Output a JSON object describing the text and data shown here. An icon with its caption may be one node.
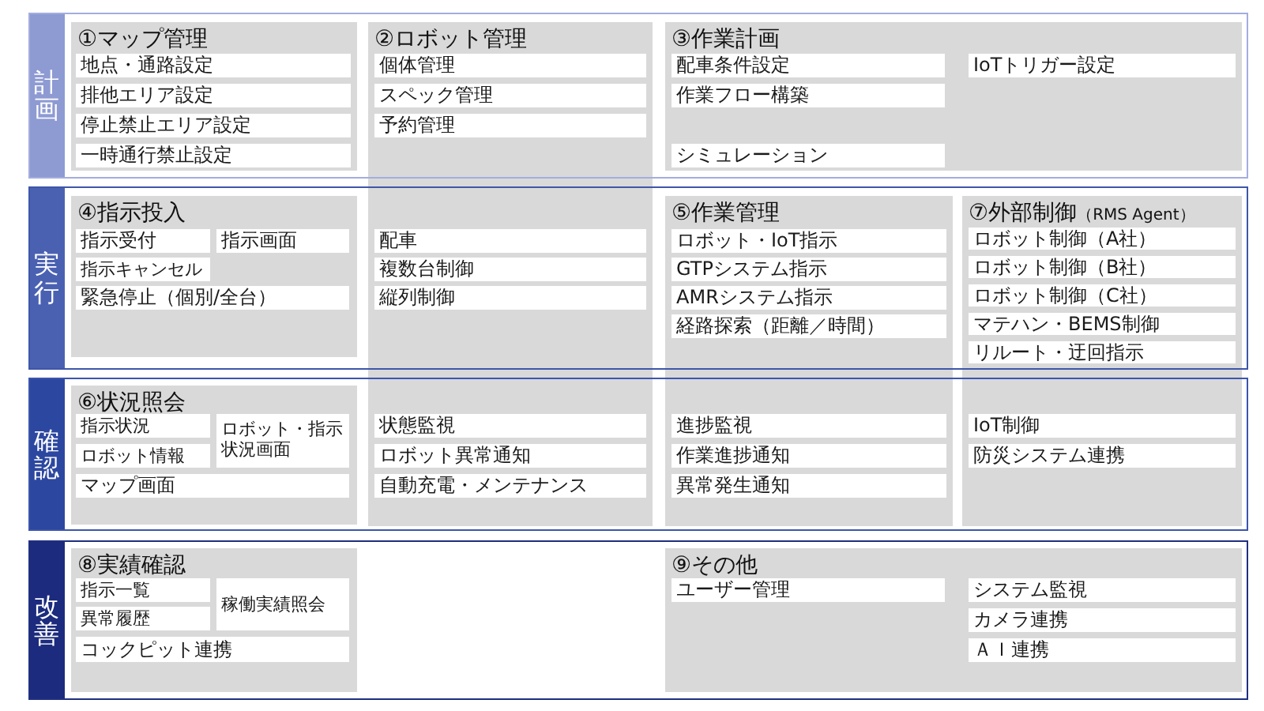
{
  "diagram": {
    "nodes": [
      {
        "text": [
          "計画"
        ]
      },
      {
        "text": [
          "①マップ管理"
        ],
        "in": 0
      },
      {
        "text": [
          "地点・通路設定"
        ],
        "in": 1
      },
      {
        "text": [
          "排他エリア設定"
        ],
        "in": 1
      },
      {
        "text": [
          "停止禁止エリア設定"
        ],
        "in": 1
      },
      {
        "text": [
          "一時通行禁止設定"
        ],
        "in": 1
      },
      {
        "text": [
          "②ロボット管理"
        ]
      },
      {
        "text": [
          "個体管理"
        ]
      },
      {
        "text": [
          "スペック管理"
        ]
      },
      {
        "text": [
          "予約管理"
        ]
      },
      {
        "text": [
          "③作業計画"
        ],
        "in": 0
      },
      {
        "text": [
          "配車条件設定"
        ],
        "in": 10
      },
      {
        "text": [
          "作業フロー構築"
        ],
        "in": 10
      },
      {
        "text": [
          "シミュレーション"
        ],
        "in": 10
      },
      {
        "text": [
          "IoTトリガー設定"
        ],
        "in": 10
      },
      {
        "text": [
          "実行"
        ]
      },
      {
        "text": [
          "④指示投入"
        ],
        "in": 15
      },
      {
        "text": [
          "指示受付"
        ],
        "in": 16
      },
      {
        "text": [
          "指示画面"
        ],
        "in": 16
      },
      {
        "text": [
          "指示キャンセル"
        ],
        "in": 16
      },
      {
        "text": [
          "緊急停止（個別/全台）"
        ],
        "in": 16
      },
      {
        "text": [
          "配車"
        ]
      },
      {
        "text": [
          "複数台制御"
        ]
      },
      {
        "text": [
          "縦列制御"
        ]
      },
      {
        "text": [
          "⑤作業管理"
        ]
      },
      {
        "text": [
          "ロボット・IoT指示"
        ]
      },
      {
        "text": [
          "GTPシステム指示"
        ]
      },
      {
        "text": [
          "AMRシステム指示"
        ]
      },
      {
        "text": [
          "経路探索（距離／時間）"
        ]
      },
      {
        "text": [
          "⑦外部制御",
          "（RMS Agent）"
        ]
      },
      {
        "text": [
          "ロボット制御（A社）"
        ]
      },
      {
        "text": [
          "ロボット制御（B社）"
        ]
      },
      {
        "text": [
          "ロボット制御（C社）"
        ]
      },
      {
        "text": [
          "マテハン・BEMS制御"
        ]
      },
      {
        "text": [
          "リルート・迂回指示"
        ]
      },
      {
        "text": [
          "確認"
        ]
      },
      {
        "text": [
          "⑥状況照会"
        ],
        "in": 35
      },
      {
        "text": [
          "指示状況"
        ],
        "in": 36
      },
      {
        "text": [
          "ロボット・指示状況画面"
        ],
        "in": 36
      },
      {
        "text": [
          "ロボット情報"
        ],
        "in": 36
      },
      {
        "text": [
          "マップ画面"
        ],
        "in": 36
      },
      {
        "text": [
          "状態監視"
        ]
      },
      {
        "text": [
          "ロボット異常通知"
        ]
      },
      {
        "text": [
          "自動充電・メンテナンス"
        ]
      },
      {
        "text": [
          "進捗監視"
        ]
      },
      {
        "text": [
          "作業進捗通知"
        ]
      },
      {
        "text": [
          "異常発生通知"
        ]
      },
      {
        "text": [
          "IoT制御"
        ]
      },
      {
        "text": [
          "防災システム連携"
        ]
      },
      {
        "text": [
          "改善"
        ]
      },
      {
        "text": [
          "⑧実績確認"
        ],
        "in": 49
      },
      {
        "text": [
          "指示一覧"
        ],
        "in": 50
      },
      {
        "text": [
          "稼働実績照会"
        ],
        "in": 50
      },
      {
        "text": [
          "異常履歴"
        ],
        "in": 50
      },
      {
        "text": [
          "コックピット連携"
        ],
        "in": 50
      },
      {
        "text": [
          "⑨その他"
        ],
        "in": 49
      },
      {
        "text": [
          "ユーザー管理"
        ],
        "in": 55
      },
      {
        "text": [
          "システム監視"
        ],
        "in": 55
      },
      {
        "text": [
          "カメラ連携"
        ],
        "in": 55
      },
      {
        "text": [
          "ＡＩ連携"
        ],
        "in": 55
      }
    ]
  }
}
